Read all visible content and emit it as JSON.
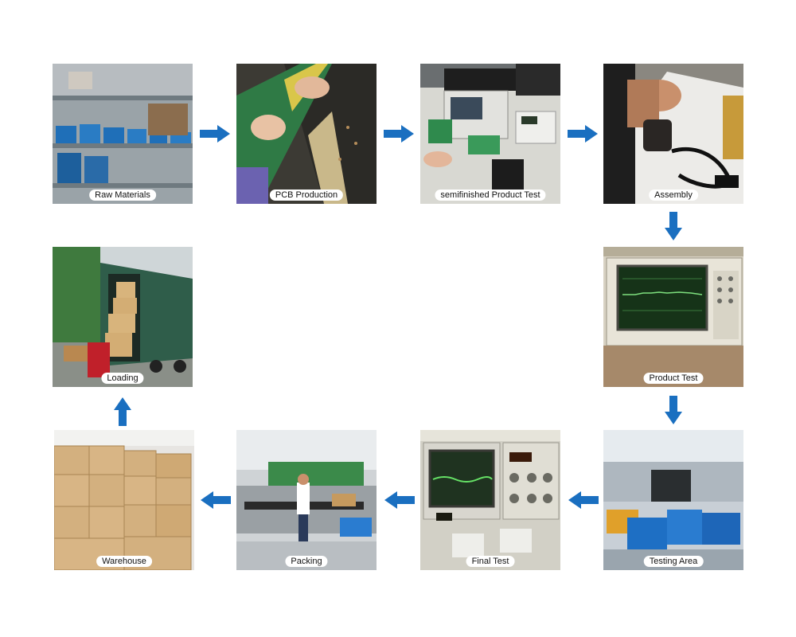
{
  "steps": [
    {
      "id": "raw-materials",
      "label": "Raw Materials"
    },
    {
      "id": "pcb-production",
      "label": "PCB Production"
    },
    {
      "id": "semifinished-product-test",
      "label": "semifinished Product Test"
    },
    {
      "id": "assembly",
      "label": "Assembly"
    },
    {
      "id": "product-test",
      "label": "Product Test"
    },
    {
      "id": "testing-area",
      "label": "Testing Area"
    },
    {
      "id": "final-test",
      "label": "Final Test"
    },
    {
      "id": "packing",
      "label": "Packing"
    },
    {
      "id": "warehouse",
      "label": "Warehouse"
    },
    {
      "id": "loading",
      "label": "Loading"
    }
  ],
  "colors": {
    "arrow": "#1a6fc0",
    "caption_bg": "#ffffff"
  },
  "icons": {
    "arrow": "arrow-icon"
  }
}
